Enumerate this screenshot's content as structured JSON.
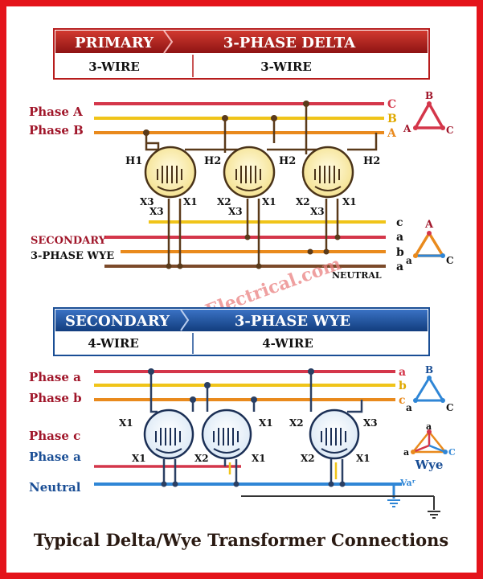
{
  "watermark": "ForumElectrical.com",
  "primary": {
    "banner_left": "PRIMARY",
    "banner_right": "3-PHASE DELTA",
    "wire_left": "3-WIRE",
    "wire_right": "3-WIRE",
    "phase_labels": [
      "Phase A",
      "Phase B"
    ],
    "line_tags": [
      "C",
      "B",
      "A"
    ],
    "transformer_terms": {
      "h1": "H1",
      "h2": "H2",
      "x1": "X1",
      "x2": "X2",
      "x3": "X3"
    },
    "secondary_label_1": "SECONDARY",
    "secondary_label_2": "3-PHASE WYE",
    "secondary_tags": [
      "c",
      "a",
      "b",
      "a"
    ],
    "neutral_label": "NEUTRAL",
    "delta_symbol": {
      "top": "B",
      "left": "A",
      "right": "C"
    },
    "wye_symbol": {
      "top": "A",
      "left": "a",
      "right": "C"
    }
  },
  "secondary": {
    "banner_left": "SECONDARY",
    "banner_right": "3-PHASE WYE",
    "wire_left": "4-WIRE",
    "wire_right": "4-WIRE",
    "phase_labels": [
      "Phase a",
      "Phase b",
      "Phase c",
      "Phase a",
      "Neutral"
    ],
    "line_tags": [
      "a",
      "b",
      "c"
    ],
    "transformer_terms": {
      "x1": "X1",
      "x2": "X2",
      "x3": "X3"
    },
    "neutral_tag": "Vaʳ",
    "triangle_symbol": {
      "top": "B",
      "left": "a",
      "right": "C"
    },
    "wye_symbol": {
      "top": "a",
      "left": "a",
      "right": "C",
      "caption": "Wye"
    }
  },
  "footer_title": "Typical Delta/Wye Transformer Connections",
  "colors": {
    "frame": "#e4141b",
    "primary_banner": "#b71c1c",
    "secondary_banner": "#1a4e95",
    "phase_red": "#d4364a",
    "phase_orange": "#e98a1d",
    "phase_yellow": "#f0c419",
    "phase_brown": "#7b4a2a",
    "phase_blue": "#2f86d6",
    "core_fill": "#fff5c4"
  }
}
